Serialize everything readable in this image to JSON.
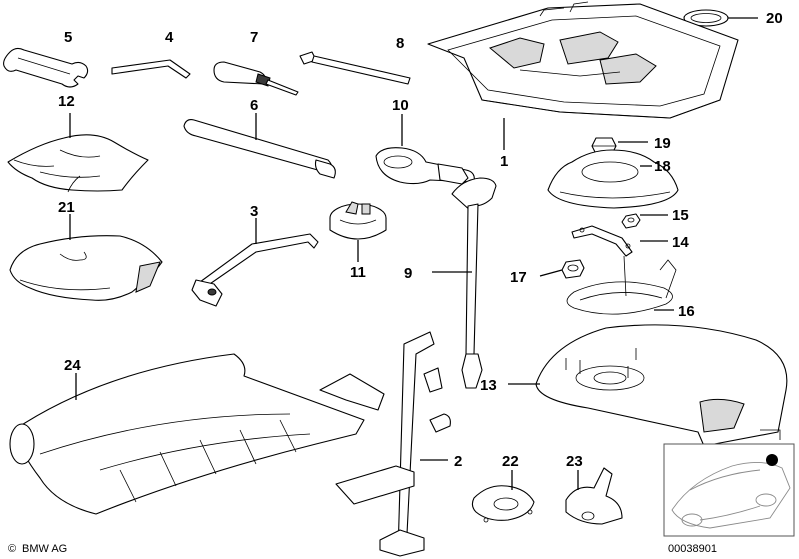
{
  "callouts": [
    "5",
    "4",
    "7",
    "8",
    "20",
    "12",
    "6",
    "10",
    "19",
    "1",
    "18",
    "21",
    "3",
    "15",
    "14",
    "11",
    "17",
    "9",
    "16",
    "24",
    "13",
    "2",
    "22",
    "23"
  ],
  "footer": {
    "copyright_symbol": "©",
    "brand": "BMW AG",
    "drawing_number": "00038901"
  },
  "colors": {
    "ink": "#000000",
    "paper": "#ffffff",
    "inset_marker": "#000000"
  }
}
